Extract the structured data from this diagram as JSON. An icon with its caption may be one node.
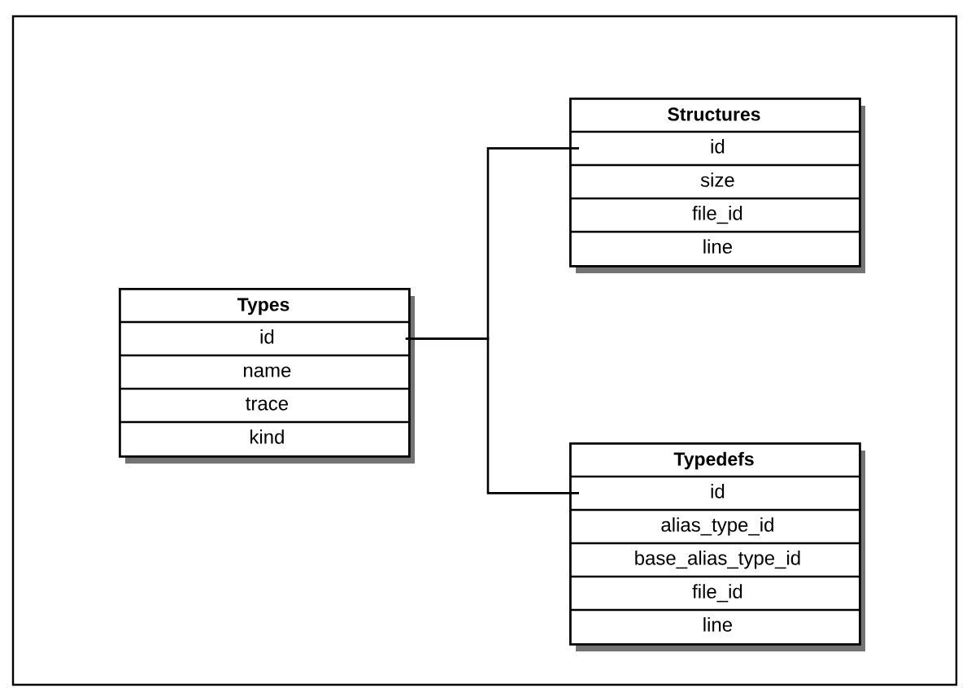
{
  "diagram": {
    "nodes": [
      {
        "text": [
          "Types"
        ]
      },
      {
        "text": [
          "id"
        ],
        "in": 0
      },
      {
        "text": [
          "name"
        ],
        "in": 0
      },
      {
        "text": [
          "trace"
        ],
        "in": 0
      },
      {
        "text": [
          "kind"
        ],
        "in": 0
      },
      {
        "text": [
          "Structures"
        ]
      },
      {
        "text": [
          "id"
        ],
        "in": 5
      },
      {
        "text": [
          "size"
        ],
        "in": 5
      },
      {
        "text": [
          "file_id"
        ],
        "in": 5
      },
      {
        "text": [
          "line"
        ],
        "in": 5
      },
      {
        "text": [
          "Typedefs"
        ]
      },
      {
        "text": [
          "id"
        ],
        "in": 10
      },
      {
        "text": [
          "alias_type_id"
        ],
        "in": 10
      },
      {
        "text": [
          "base_alias_type_id"
        ],
        "in": 10
      },
      {
        "text": [
          "file_id"
        ],
        "in": 10
      },
      {
        "text": [
          "line"
        ],
        "in": 10
      }
    ],
    "edges": [
      {
        "from": 1,
        "to": 6,
        "arrow": "none"
      },
      {
        "from": 1,
        "to": 11,
        "arrow": "none"
      }
    ]
  }
}
